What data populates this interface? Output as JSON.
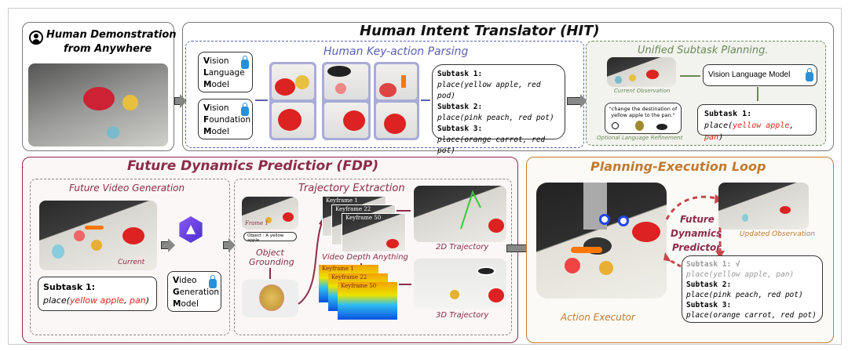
{
  "demo": {
    "title_line1": "Human Demonstration",
    "title_line2": "from Anywhere"
  },
  "hit": {
    "title": "Human Intent Translator (HIT)",
    "parsing": {
      "title": "Human Key-action Parsing",
      "vlm": {
        "l1": "ision",
        "l2": "anguage",
        "l3": "odel",
        "i1": "V",
        "i2": "L",
        "i3": "M"
      },
      "vfm": {
        "l1": "ision",
        "l2": "oundation",
        "l3": "odel",
        "i1": "V",
        "i2": "F",
        "i3": "M"
      },
      "subtasks": [
        {
          "label": "Subtask 1:",
          "call": "place(yellow apple, red pod)"
        },
        {
          "label": "Subtask 2:",
          "call": "place(pink peach, red pot)"
        },
        {
          "label": "Subtask 3:",
          "call": "place(orange carrot, red pot)"
        }
      ]
    },
    "planning": {
      "title": "Unified Subtask Planning.",
      "current_obs": "Current Observation",
      "vlm": "Vision Language Model",
      "refine_quote": "\"change the destination of yellow apple to the pan.\"",
      "refine_label": "Optional Language Refinement",
      "subtask_label": "Subtask 1:",
      "call_pre": "place(",
      "arg1": "yellow apple",
      "sep": ", ",
      "arg2": "pan",
      "call_post": ")"
    }
  },
  "fdp": {
    "title": "Future Dynamics Predictior (FDP)",
    "fvg": {
      "title": "Future Video Generation",
      "current": "Current",
      "subtask_label": "Subtask 1:",
      "call_pre": "place(",
      "arg1": "yellow apple",
      "sep": ", ",
      "arg2": "pan",
      "call_post": ")",
      "vgm": {
        "i1": "V",
        "l1": "ideo",
        "i2": "G",
        "l2": "eneration",
        "i3": "M",
        "l3": "odel"
      }
    },
    "traj": {
      "title": "Trajectory Extraction",
      "frame1": "Frame 1",
      "object": "Object : A yellow apple",
      "grounding1": "Object",
      "grounding2": "Grounding",
      "keyframes": [
        "Keyframe 1",
        "Keyframe 22",
        "Keyframe 50"
      ],
      "depth": "Video Depth Anything",
      "t2d": "2D Trajectory",
      "t3d": "3D Trajectory"
    }
  },
  "pel": {
    "title": "Planning-Execution Loop",
    "executor": "Action Executor",
    "updated": "Updated Observation",
    "fdp_l1": "Future",
    "fdp_l2": "Dynamics",
    "fdp_l3": "Predictor",
    "subtasks": [
      {
        "label": "Subtask 1: √",
        "call": "place(yellow apple, pan)"
      },
      {
        "label": "Subtask 2:",
        "call": "place(pink peach, red pot)"
      },
      {
        "label": "Subtask 3:",
        "call": "place(orange carrot, red pot)"
      }
    ]
  },
  "colors": {
    "hit_blue": "#5b5fb0",
    "green": "#6a8a55",
    "fdp": "#8b2c4a",
    "pel": "#c07a30",
    "red": "#e0231d"
  }
}
